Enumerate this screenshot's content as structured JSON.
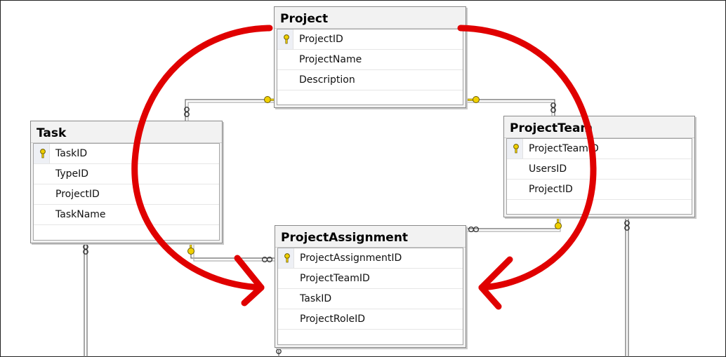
{
  "diagram": {
    "tables": {
      "project": {
        "title": "Project",
        "columns": [
          {
            "name": "ProjectID",
            "primary_key": true
          },
          {
            "name": "ProjectName",
            "primary_key": false
          },
          {
            "name": "Description",
            "primary_key": false
          }
        ]
      },
      "task": {
        "title": "Task",
        "columns": [
          {
            "name": "TaskID",
            "primary_key": true
          },
          {
            "name": "TypeID",
            "primary_key": false
          },
          {
            "name": "ProjectID",
            "primary_key": false
          },
          {
            "name": "TaskName",
            "primary_key": false
          }
        ]
      },
      "project_team": {
        "title": "ProjectTeam",
        "columns": [
          {
            "name": "ProjectTeamID",
            "primary_key": true
          },
          {
            "name": "UsersID",
            "primary_key": false
          },
          {
            "name": "ProjectID",
            "primary_key": false
          }
        ]
      },
      "project_assignment": {
        "title": "ProjectAssignment",
        "columns": [
          {
            "name": "ProjectAssignmentID",
            "primary_key": true
          },
          {
            "name": "ProjectTeamID",
            "primary_key": false
          },
          {
            "name": "TaskID",
            "primary_key": false
          },
          {
            "name": "ProjectRoleID",
            "primary_key": false
          }
        ]
      }
    },
    "relationships": [
      {
        "from": "Project",
        "to": "Task"
      },
      {
        "from": "Project",
        "to": "ProjectTeam"
      },
      {
        "from": "Task",
        "to": "ProjectAssignment"
      },
      {
        "from": "ProjectTeam",
        "to": "ProjectAssignment"
      }
    ],
    "annotation_arrows": [
      {
        "from": "Project",
        "to": "ProjectAssignment",
        "side": "left"
      },
      {
        "from": "Project",
        "to": "ProjectAssignment",
        "side": "right"
      }
    ],
    "colors": {
      "annotation_arrow": "#e00000",
      "key_icon": "#f0d000",
      "title_bar": "#f2f2f2",
      "connector": "#6a6a6a"
    },
    "icons": {
      "primary_key": "key-icon",
      "relationship_one_end": "key-icon",
      "relationship_many_end": "infinity-icon"
    }
  }
}
